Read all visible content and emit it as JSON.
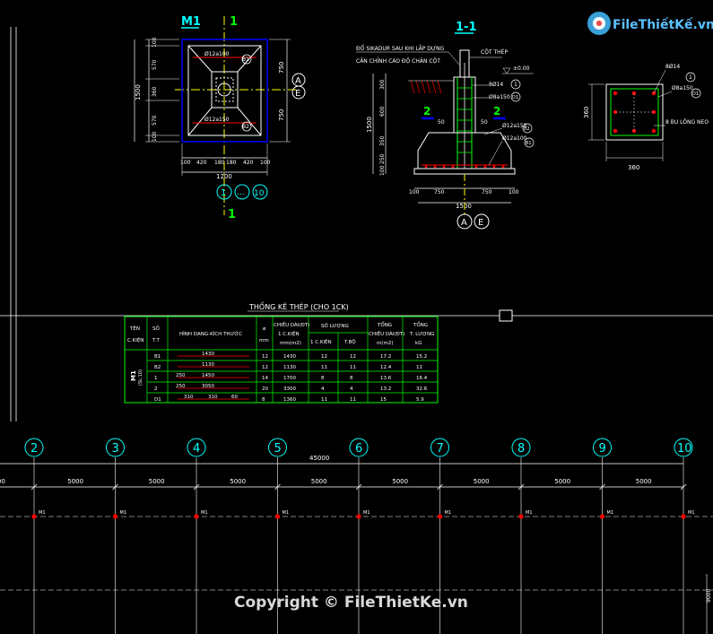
{
  "logo": {
    "brand": "FileThiếtKế.vn"
  },
  "copyright": "Copyright © FileThietKe.vn",
  "plan": {
    "title": "M1",
    "axis_num": "1",
    "axis_num_bottom": "1",
    "axis_letter_a": "A",
    "axis_letter_e": "E",
    "bubble_1": "1",
    "bubble_dots": "...",
    "bubble_10": "10",
    "rebar_top": "Ø12a100",
    "rebar_top_tag": "B1",
    "rebar_bottom": "Ø12a150",
    "rebar_bottom_tag": "B2",
    "left_dims": [
      "100",
      "570",
      "360",
      "570",
      "100"
    ],
    "left_total": "1500",
    "right_dims": [
      "750",
      "750"
    ],
    "bottom_dims": [
      "100",
      "420",
      "180",
      "180",
      "420",
      "100"
    ],
    "bottom_total": "1200"
  },
  "section": {
    "title": "1-1",
    "note_line1": "ĐỔ SIKADUR SAU KHI LẮP DỰNG",
    "note_line2": "CĂN CHỈNH CAO ĐỘ CHÂN CỘT",
    "col_label": "CỘT THÉP",
    "level": "±0.00",
    "r1": "8Ø14",
    "r1_tag": "1",
    "r2": "Ø8a150",
    "r2_tag": "D1",
    "r3": "Ø12a150",
    "r3_tag": "B2",
    "r4": "Ø12a100",
    "r4_tag": "B1",
    "cut": "2",
    "dim_50a": "50",
    "dim_50b": "50",
    "left_dims": [
      "300",
      "600",
      "350",
      "250",
      "100"
    ],
    "left_total": "1500",
    "bottom_dims": [
      "100",
      "750",
      "750",
      "100"
    ],
    "bottom_total": "1500",
    "axis_a": "A",
    "axis_e": "E"
  },
  "detail2": {
    "r1": "8Ø14",
    "r1_tag": "1",
    "r2": "Ø8a150",
    "r2_tag": "D1",
    "note": "8 BU LÔNG NEO",
    "dim_h": "360",
    "dim_w": "360"
  },
  "steel_table": {
    "title": "THỐNG KÊ THÉP (CHO 1CK)",
    "h_ten": "TÊN",
    "h_ten2": "C.KIỆN",
    "h_so": "SỐ",
    "h_so2": "T.T",
    "h_shape": "HÌNH DẠNG-KÍCH THƯỚC",
    "h_phi": "ø",
    "h_phi2": "mm",
    "h_len1": "CHIỀU DÀI(ĐT)",
    "h_len2": "1 C.KIỆN",
    "h_len3": "mm(m2)",
    "h_qty": "SỐ LƯỢNG",
    "h_qty1": "1 C.KIỆN",
    "h_qty2": "T.BỘ",
    "h_total1": "TỔNG",
    "h_total2": "CHIỀU DÀI(ĐT)",
    "h_total3": "m(m2)",
    "h_wt1": "TỔNG",
    "h_wt2": "T. LƯỢNG",
    "h_wt3": "kG",
    "group": "M1",
    "group2": "(SL:10)",
    "rows": [
      {
        "tt": "B1",
        "shape": [
          "1430"
        ],
        "phi": "12",
        "len": "1430",
        "q1": "12",
        "qt": "12",
        "tot": "17.2",
        "wt": "15.2"
      },
      {
        "tt": "B2",
        "shape": [
          "1130"
        ],
        "phi": "12",
        "len": "1130",
        "q1": "11",
        "qt": "11",
        "tot": "12.4",
        "wt": "11"
      },
      {
        "tt": "1",
        "shape": [
          "250",
          "1450"
        ],
        "phi": "14",
        "len": "1700",
        "q1": "8",
        "qt": "8",
        "tot": "13.6",
        "wt": "16.4"
      },
      {
        "tt": "2",
        "shape": [
          "250",
          "3050"
        ],
        "phi": "20",
        "len": "3300",
        "q1": "4",
        "qt": "4",
        "tot": "13.2",
        "wt": "32.6"
      },
      {
        "tt": "D1",
        "shape": [
          "310",
          "310",
          "60"
        ],
        "phi": "8",
        "len": "1360",
        "q1": "11",
        "qt": "11",
        "tot": "15",
        "wt": "5.9"
      }
    ]
  },
  "grid": {
    "axes": [
      "2",
      "3",
      "4",
      "5",
      "6",
      "7",
      "8",
      "9",
      "10"
    ],
    "spans": [
      "5000",
      "5000",
      "5000",
      "5000",
      "5000",
      "5000",
      "5000",
      "5000"
    ],
    "total": "45000",
    "tag": "M1",
    "side_dim": "9000"
  },
  "colors": {
    "white": "#ffffff",
    "cyan": "#00ffff",
    "green": "#00ff00",
    "yellow": "#ffff00",
    "red": "#ff0000",
    "blue": "#0000ff",
    "magenta": "#ff00ff",
    "grey": "#808080"
  }
}
